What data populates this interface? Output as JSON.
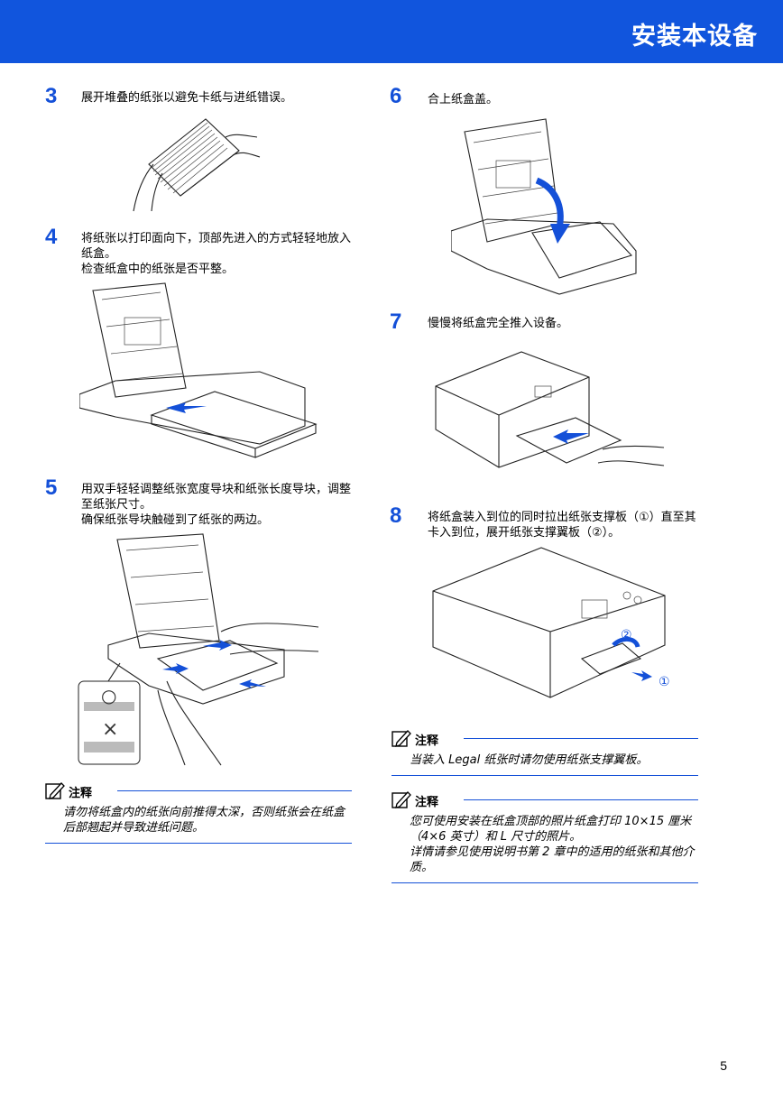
{
  "header": {
    "title": "安装本设备"
  },
  "steps": [
    {
      "num": "3",
      "lines": [
        "展开堆叠的纸张以避免卡纸与进纸错误。"
      ]
    },
    {
      "num": "4",
      "lines": [
        "将纸张以打印面向下，顶部先进入的方式轻轻地放入纸盒。",
        "检查纸盒中的纸张是否平整。"
      ]
    },
    {
      "num": "5",
      "lines": [
        "用双手轻轻调整纸张宽度导块和纸张长度导块，调整至纸张尺寸。",
        "确保纸张导块触碰到了纸张的两边。"
      ]
    },
    {
      "num": "6",
      "lines": [
        "合上纸盒盖。"
      ]
    },
    {
      "num": "7",
      "lines": [
        "慢慢将纸盒完全推入设备。"
      ]
    },
    {
      "num": "8",
      "lines": [
        "将纸盒装入到位的同时拉出纸张支撑板（①）直至其卡入到位，展开纸张支撑翼板（②）。"
      ]
    }
  ],
  "figure_marks": {
    "ok": "○",
    "ng": "×",
    "c1": "①",
    "c2": "②"
  },
  "notes": [
    {
      "label": "注释",
      "lines": [
        "请勿将纸盒内的纸张向前推得太深，否则纸张会在纸盒后部翘起并导致进纸问题。"
      ]
    },
    {
      "label": "注释",
      "lines": [
        "当装入 Legal 纸张时请勿使用纸张支撑翼板。"
      ]
    },
    {
      "label": "注释",
      "lines": [
        "您可使用安装在纸盒顶部的照片纸盒打印 10×15 厘米 （4×6 英寸）和 L 尺寸的照片。",
        "详情请参见使用说明书第 2 章中的适用的纸张和其他介质。"
      ]
    }
  ],
  "page_number": "5",
  "colors": {
    "accent": "#1450d8",
    "header_bg": "#1155dd"
  }
}
